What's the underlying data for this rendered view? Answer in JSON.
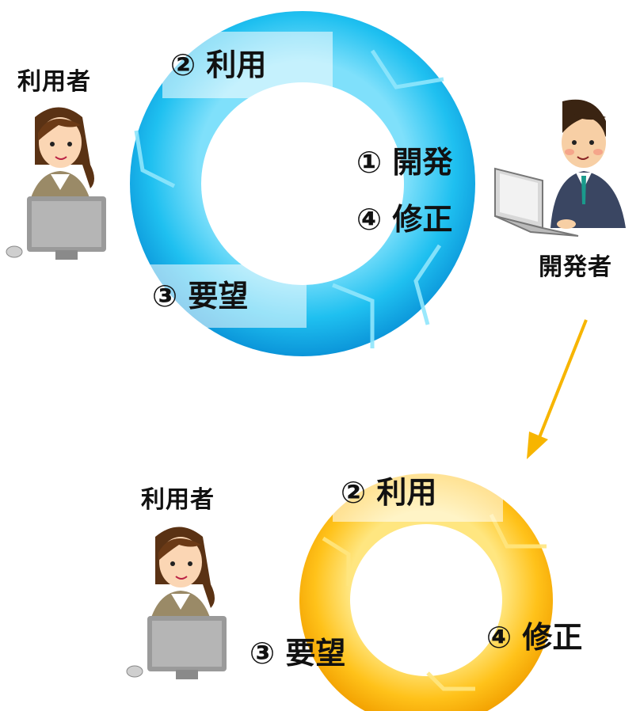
{
  "top_cycle": {
    "color": "#1cb6ea",
    "steps": {
      "use": "② 利用",
      "develop": "① 開発",
      "fix": "④ 修正",
      "request": "③ 要望"
    },
    "user_label": "利用者",
    "developer_label": "開発者"
  },
  "bottom_cycle": {
    "color": "#f7b500",
    "steps": {
      "use": "② 利用",
      "fix": "④ 修正",
      "request": "③ 要望"
    },
    "user_label": "利用者"
  },
  "arrow": {
    "color": "#f7b500",
    "icon": "arrow-down-left-icon"
  }
}
